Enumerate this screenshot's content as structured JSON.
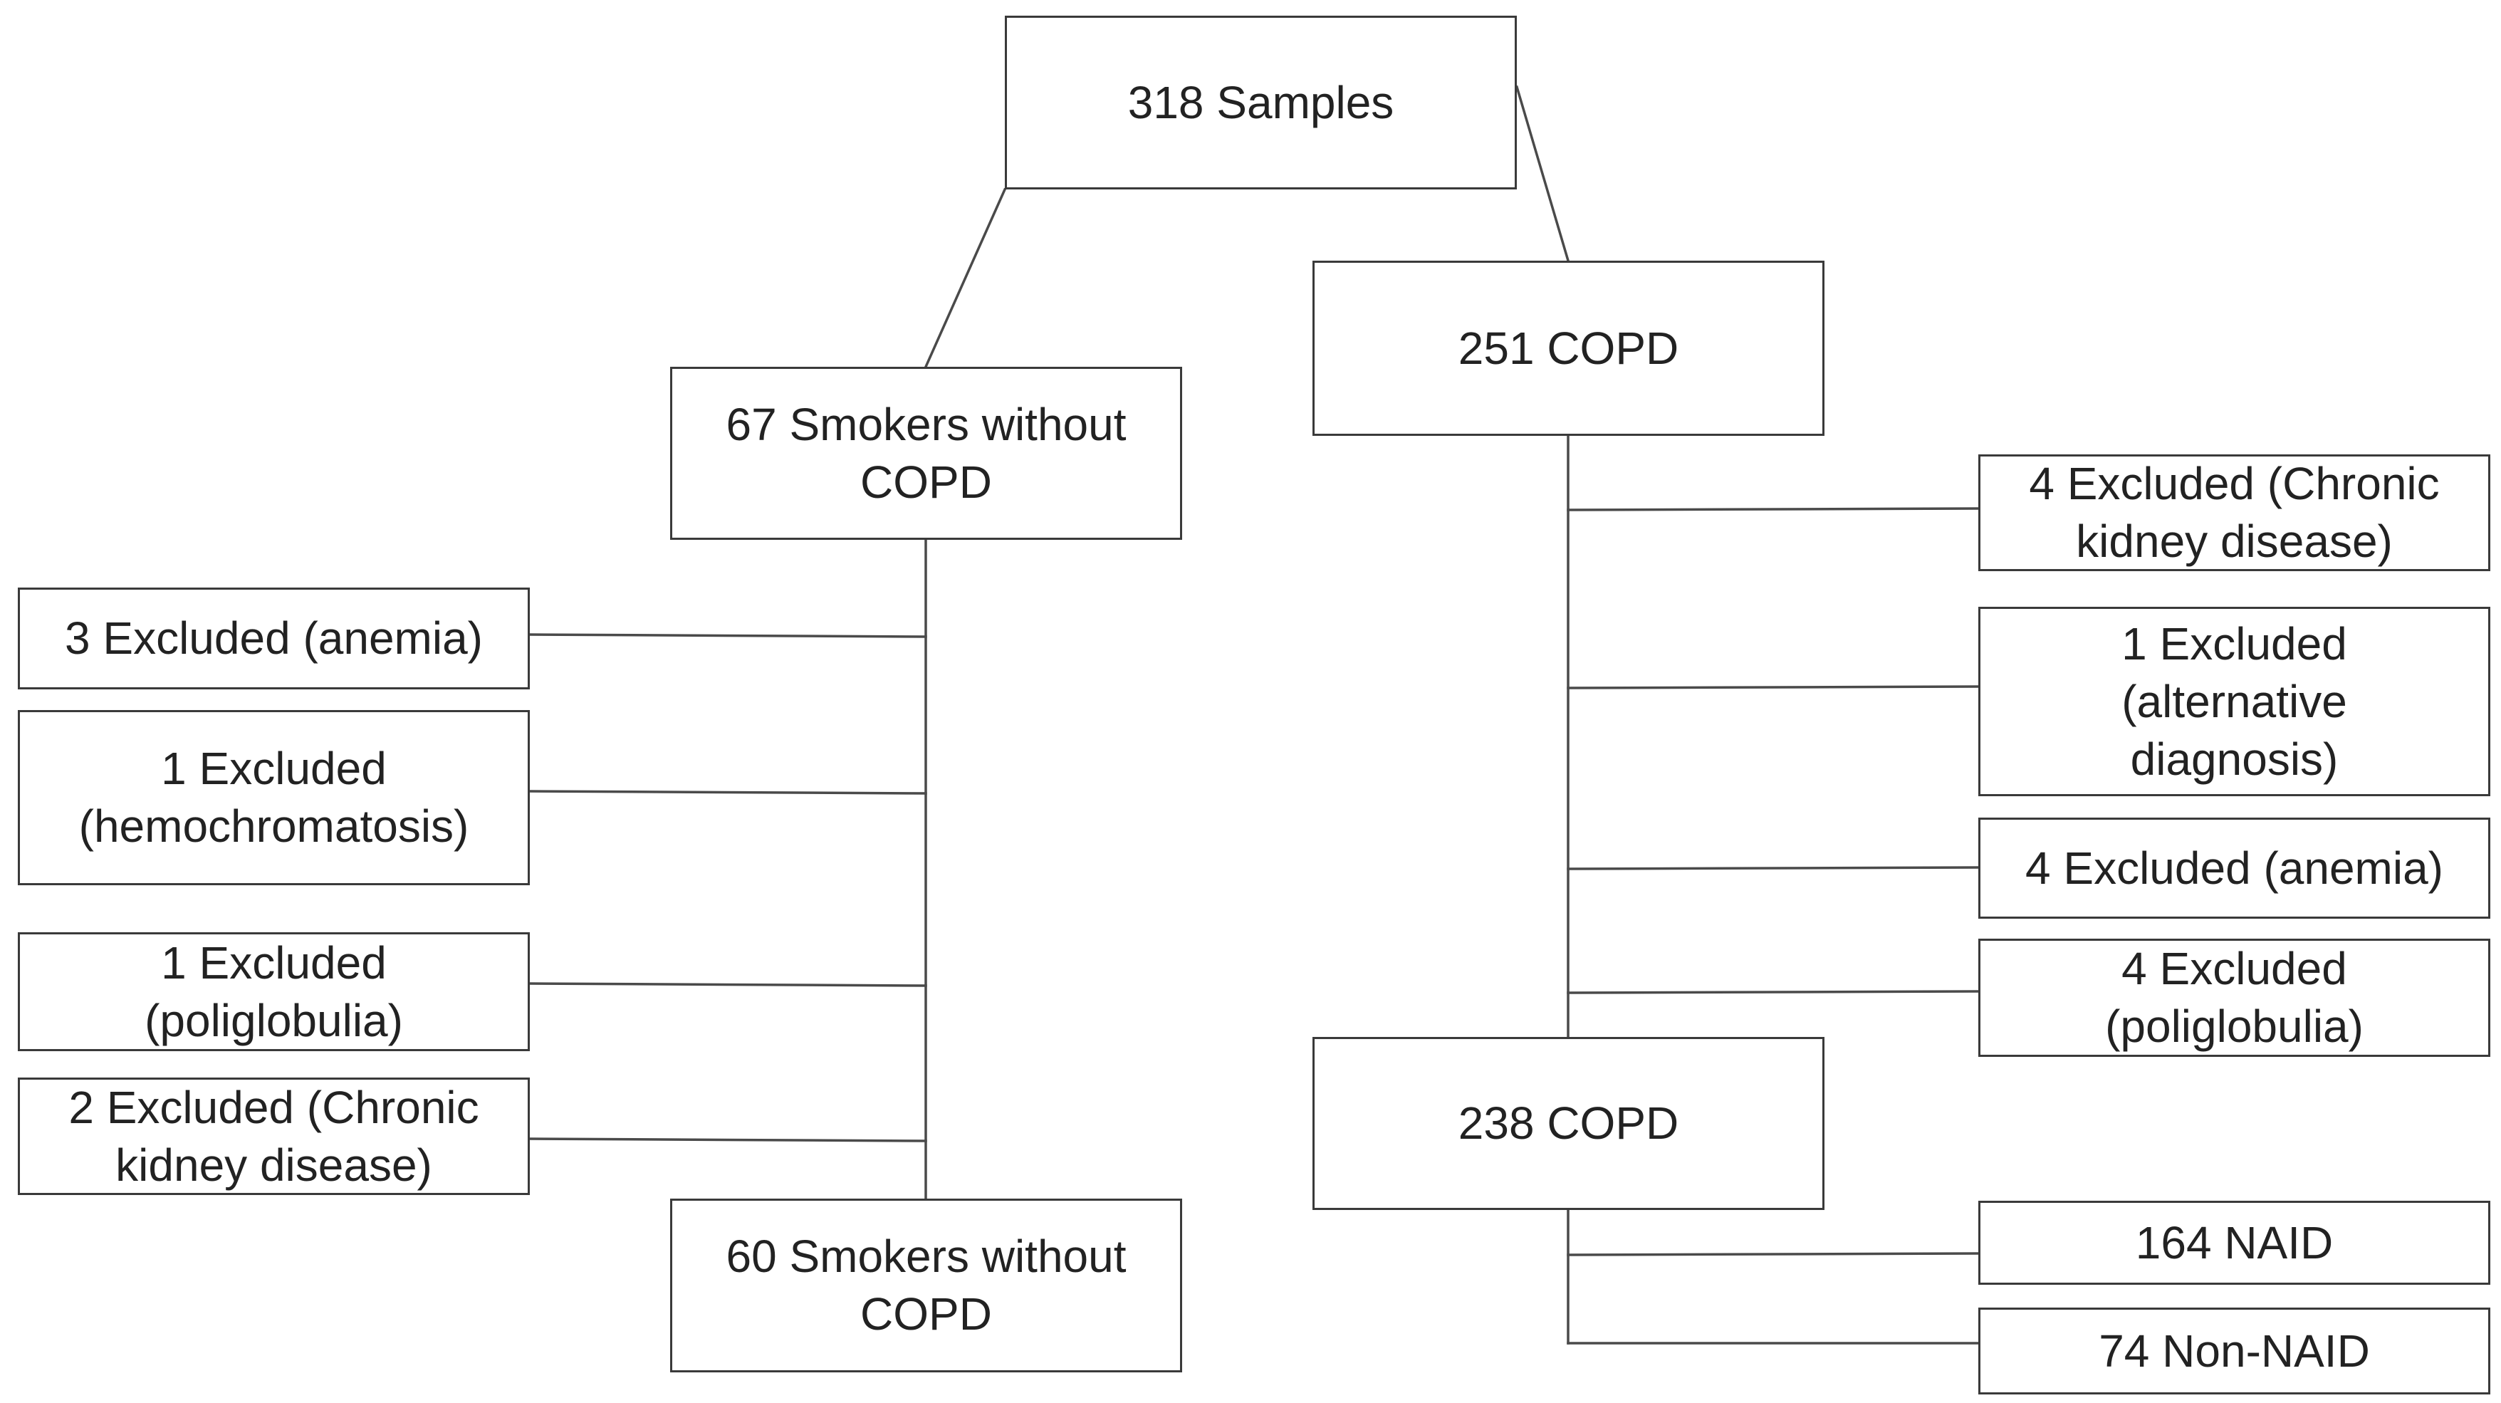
{
  "colors": {
    "line": "#4a4a4a",
    "border": "#3a3a3a",
    "text": "#222222",
    "background": "#ffffff"
  },
  "nodes": {
    "samples": [
      "318 Samples"
    ],
    "smokers_start": [
      "67 Smokers without",
      "COPD"
    ],
    "copd_start": [
      "251 COPD"
    ],
    "smokers_ex_anemia": [
      "3 Excluded (anemia)"
    ],
    "smokers_ex_hemo": [
      "1 Excluded",
      "(hemochromatosis)"
    ],
    "smokers_ex_poli": [
      "1 Excluded",
      "(poliglobulia)"
    ],
    "smokers_ex_ckd": [
      "2 Excluded (Chronic",
      "kidney disease)"
    ],
    "smokers_end": [
      "60 Smokers without",
      "COPD"
    ],
    "copd_ex_ckd": [
      "4 Excluded (Chronic",
      "kidney disease)"
    ],
    "copd_ex_alt": [
      "1 Excluded",
      "(alternative",
      "diagnosis)"
    ],
    "copd_ex_anemia": [
      "4 Excluded (anemia)"
    ],
    "copd_ex_poli": [
      "4 Excluded",
      "(poliglobulia)"
    ],
    "copd_end": [
      "238 COPD"
    ],
    "naid": [
      "164 NAID"
    ],
    "non_naid": [
      "74 Non-NAID"
    ]
  }
}
